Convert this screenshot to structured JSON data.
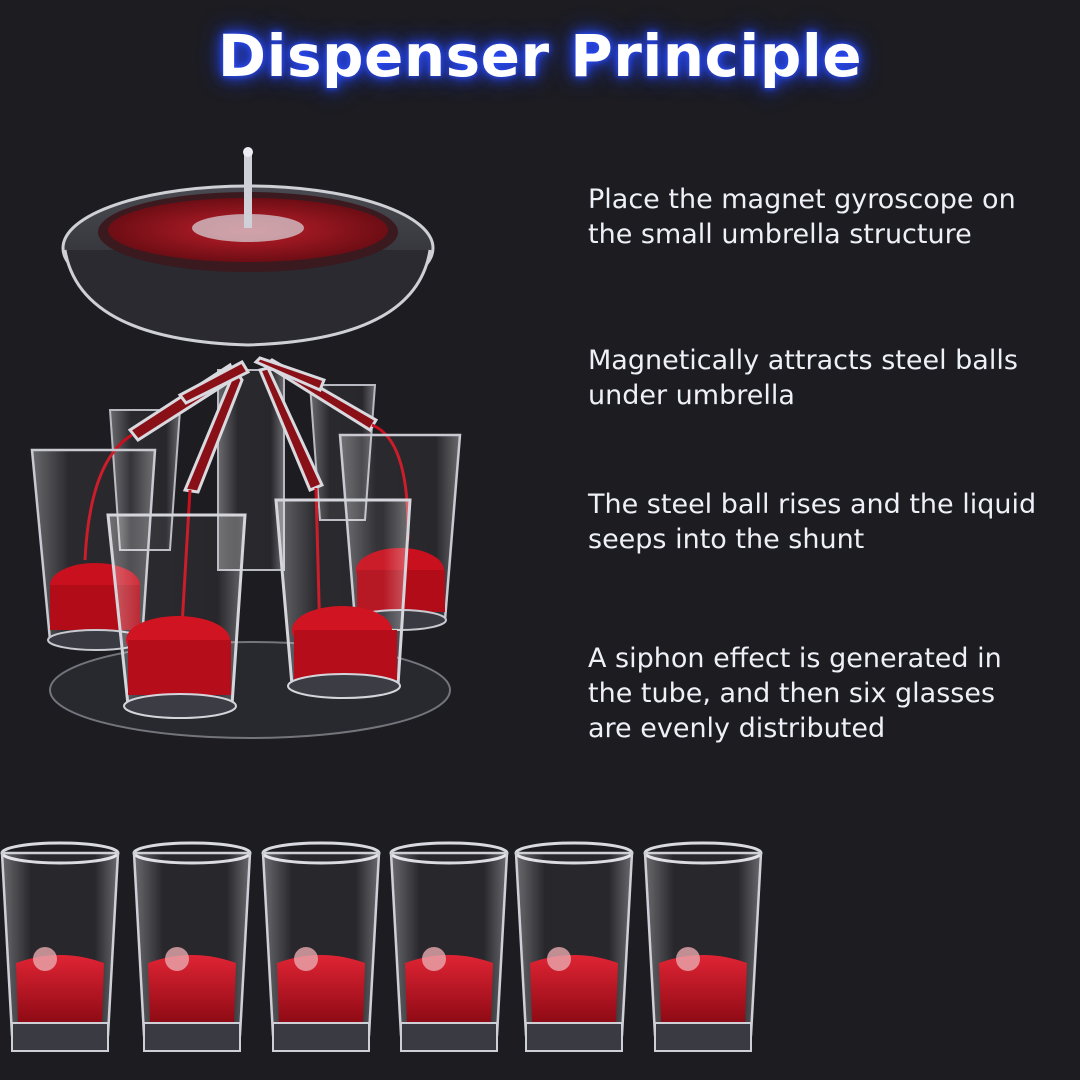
{
  "title": "Dispenser Principle",
  "steps": [
    {
      "text": "Place the magnet gyroscope on\nthe small umbrella structure"
    },
    {
      "text": "Magnetically attracts steel balls\nunder umbrella"
    },
    {
      "text": "The steel ball rises and the liquid\n seeps into the shunt"
    },
    {
      "text": "A siphon effect is generated in\nthe tube, and then six glasses\nare evenly distributed"
    }
  ],
  "colors": {
    "background": "#1c1c21",
    "title_glow": "#2b4dff",
    "liquid": "#c8101e",
    "text": "#eef0f7"
  },
  "images": {
    "dispenser": "six-shot-dispenser-illustration",
    "glasses": "six-filled-shot-glasses-row"
  }
}
